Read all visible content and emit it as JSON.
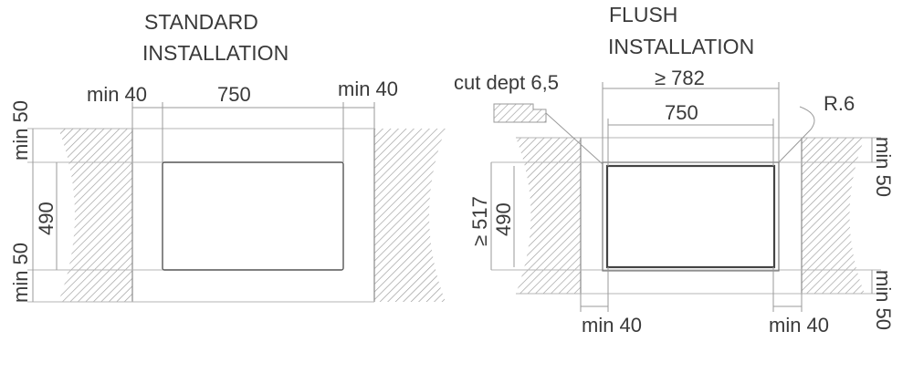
{
  "diagrams": {
    "standard": {
      "title_line1": "STANDARD",
      "title_line2": "INSTALLATION",
      "dim_left": "min 40",
      "dim_width": "750",
      "dim_right": "min 40",
      "dim_top": "min 50",
      "dim_height": "490",
      "dim_bottom": "min 50"
    },
    "flush": {
      "title_line1": "FLUSH",
      "title_line2": "INSTALLATION",
      "cut_depth": "cut dept 6,5",
      "dim_outer_width": "≥ 782",
      "dim_width": "750",
      "radius": "R.6",
      "dim_outer_height": "≥ 517",
      "dim_height": "490",
      "dim_top_right": "min 50",
      "dim_bottom_right": "min 50",
      "dim_bottom_left": "min 40",
      "dim_bottom_right_w": "min 40"
    }
  },
  "colors": {
    "text": "#3a3a3a",
    "hatch": "#9a9a9a",
    "lines": "#9a9a9a"
  }
}
